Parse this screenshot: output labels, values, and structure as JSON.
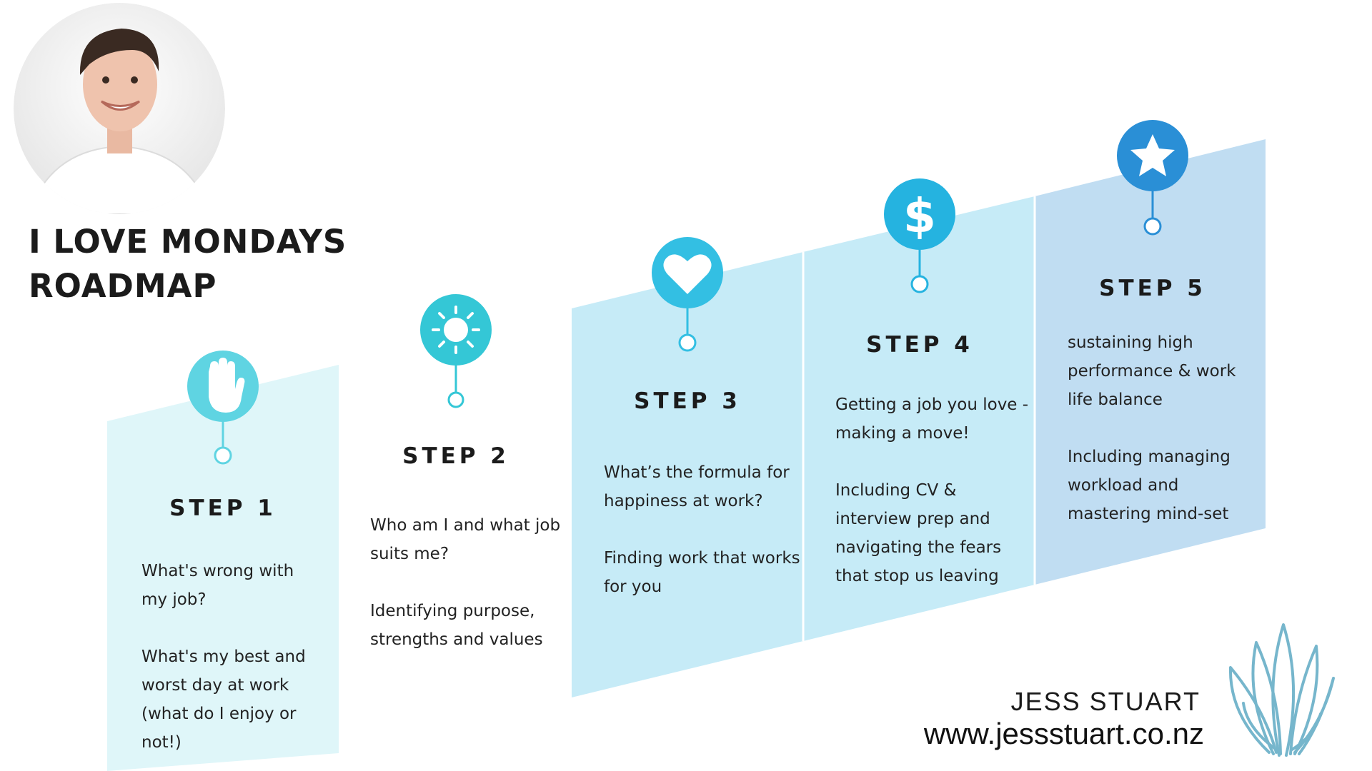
{
  "title": {
    "line1": "I LOVE MONDAYS",
    "line2": "ROADMAP"
  },
  "steps": [
    {
      "title": "STEP 1",
      "icon": "hand-icon",
      "color": "#5fd4e2",
      "panel": "#dff6f9",
      "texts": [
        "What's wrong with my job?",
        "What's my best and worst day at work (what do I enjoy or not!)"
      ]
    },
    {
      "title": "STEP 2",
      "icon": "sun-icon",
      "color": "#34c7d6",
      "panel": "#ffffff",
      "texts": [
        "Who am I and what job suits me?",
        "Identifying purpose, strengths and values"
      ]
    },
    {
      "title": "STEP 3",
      "icon": "heart-icon",
      "color": "#33bfe3",
      "panel": "#c6ebf7",
      "texts": [
        "What’s the formula for happiness at work?",
        "Finding work that works for you"
      ]
    },
    {
      "title": "STEP 4",
      "icon": "dollar-icon",
      "color": "#25b3e0",
      "panel": "#c6ebf7",
      "texts": [
        "Getting a job you love - making a move!",
        "Including CV & interview prep and navigating the fears that stop us leaving"
      ]
    },
    {
      "title": "STEP 5",
      "icon": "star-icon",
      "color": "#2a8fd6",
      "panel": "#c0ddf2",
      "texts": [
        "sustaining high performance & work life balance",
        "Including managing workload and mastering mind-set"
      ]
    }
  ],
  "author": {
    "name": "JESS STUART",
    "url": "www.jessstuart.co.nz"
  },
  "colors": {
    "leaf": "#76b6cc",
    "connector": "#3bbfd9"
  }
}
